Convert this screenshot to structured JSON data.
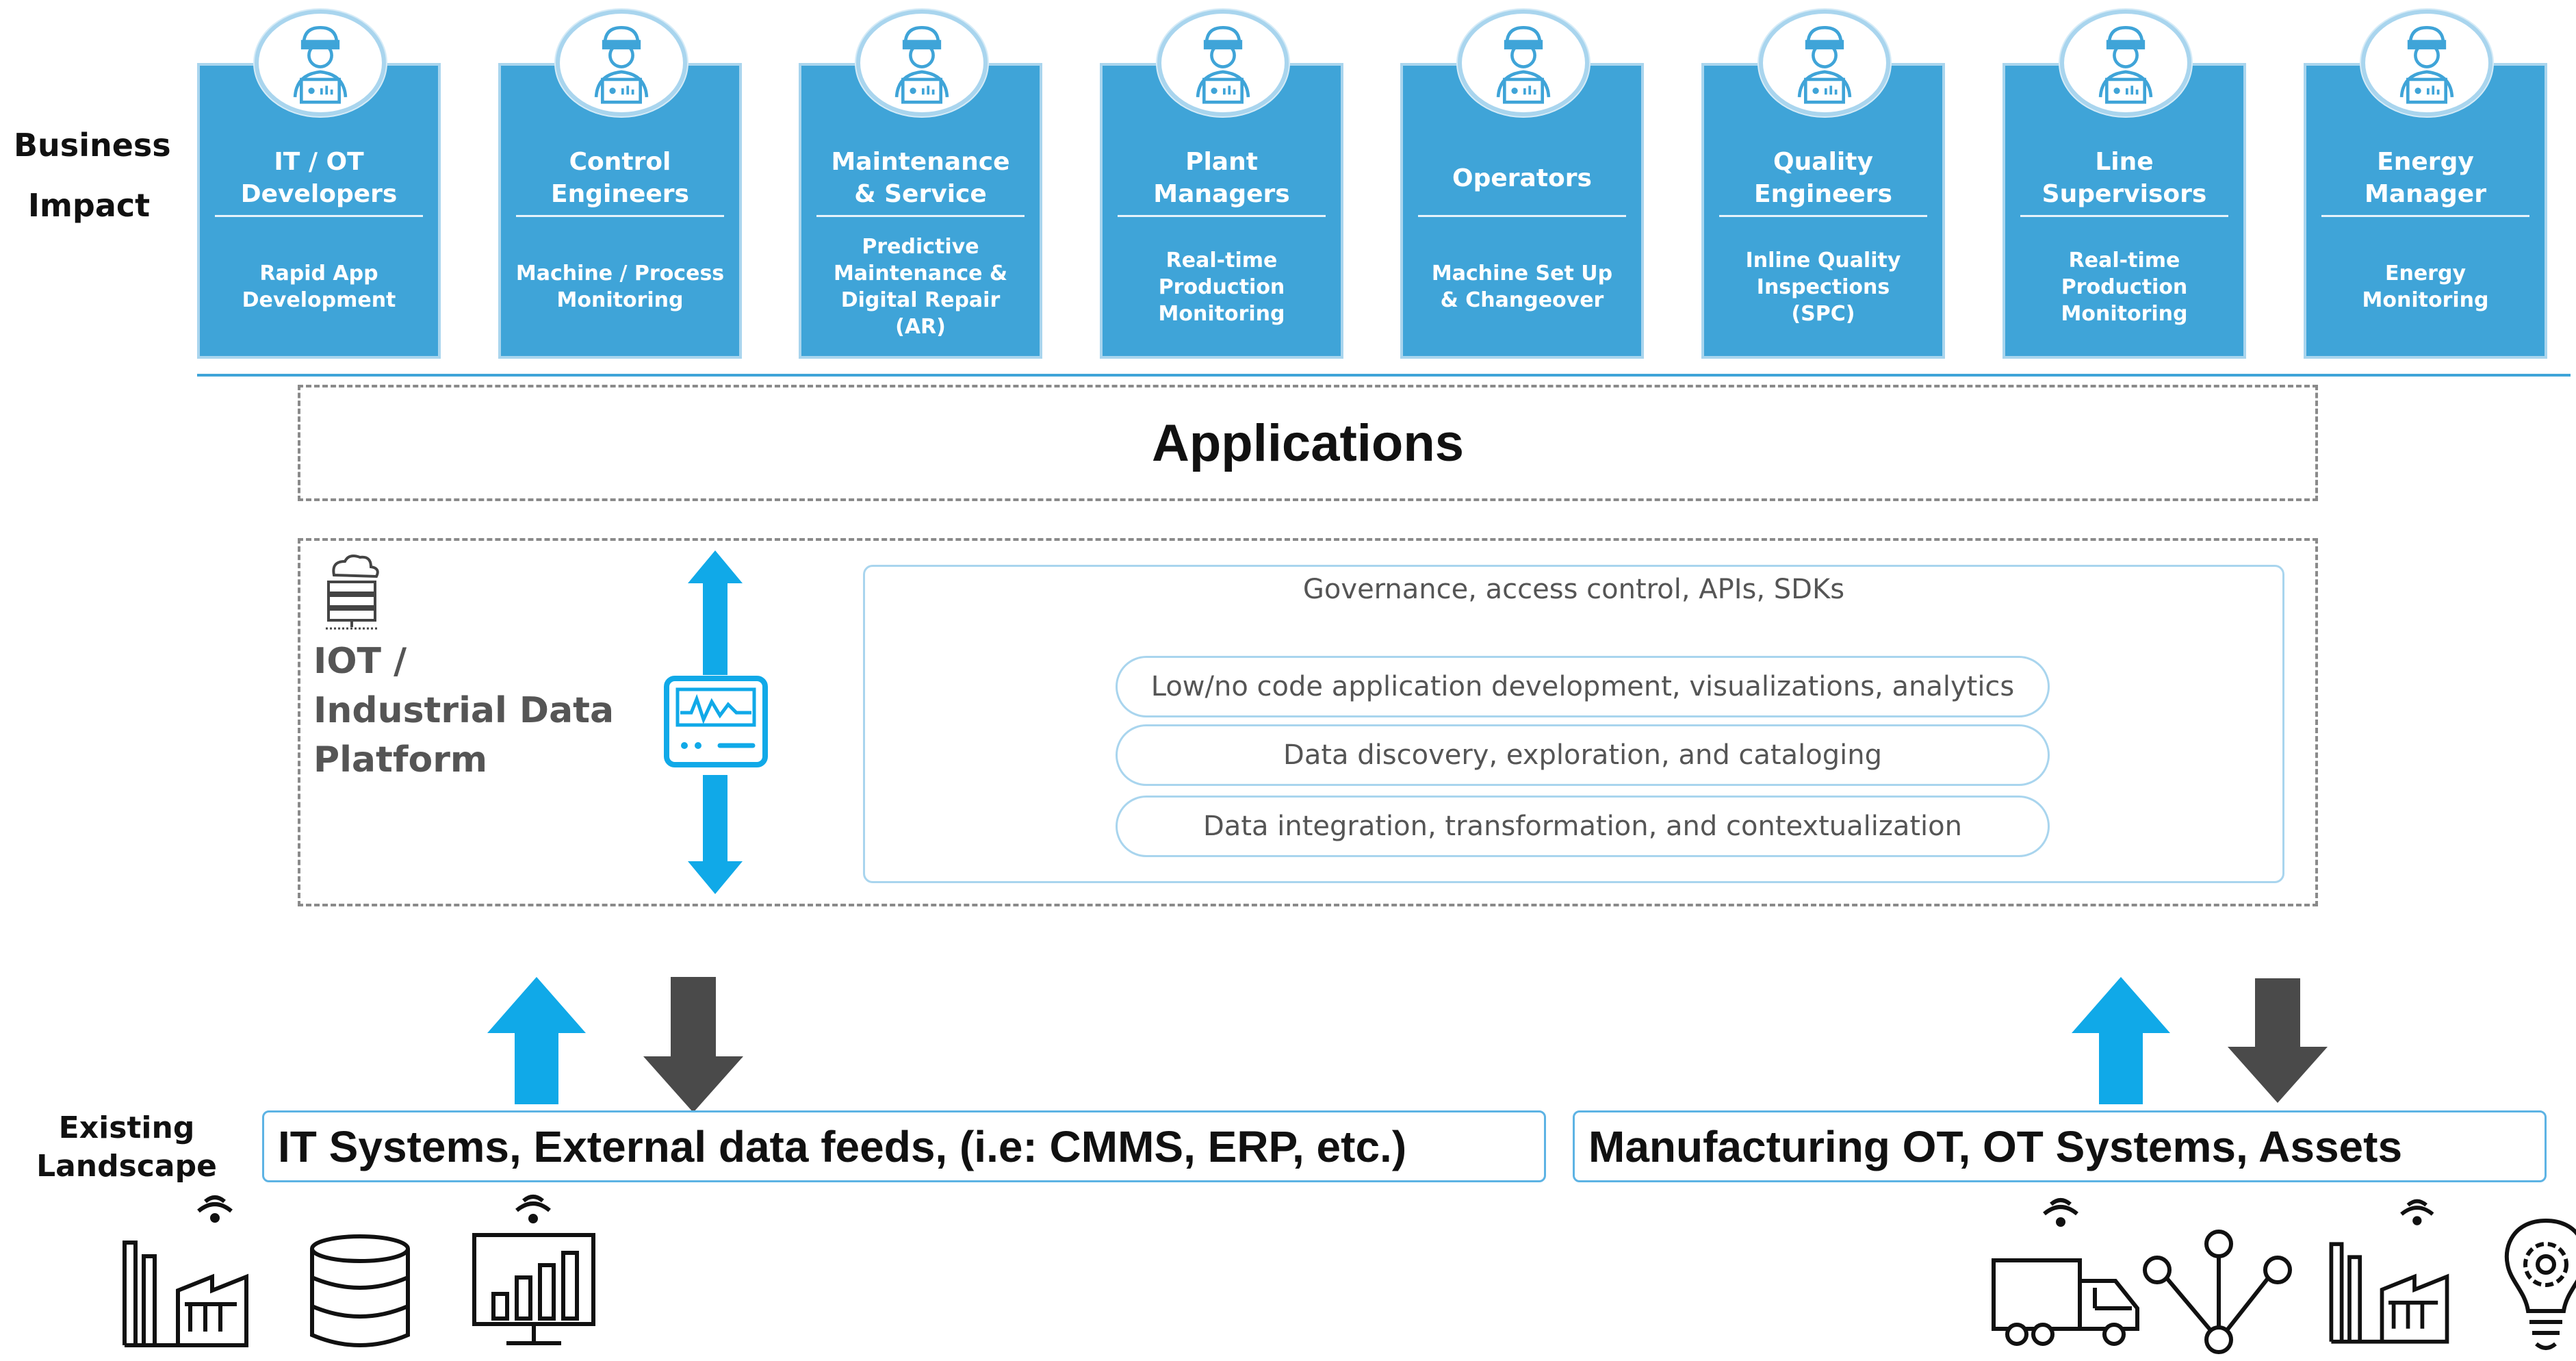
{
  "side_labels": {
    "business": [
      "Business",
      "Impact"
    ],
    "existing": [
      "Existing",
      "Landscape"
    ]
  },
  "personas": [
    {
      "title": "IT / OT\nDevelopers",
      "desc": "Rapid App\nDevelopment"
    },
    {
      "title": "Control\nEngineers",
      "desc": "Machine /     Process\nMonitoring"
    },
    {
      "title": "Maintenance\n& Service",
      "desc": "Predictive\nMaintenance &\nDigital Repair\n(AR)"
    },
    {
      "title": "Plant\nManagers",
      "desc": "Real-time Production\nMonitoring"
    },
    {
      "title": "Operators",
      "desc": "Machine Set Up\n& Changeover"
    },
    {
      "title": "Quality\nEngineers",
      "desc": "Inline Quality\nInspections\n(SPC)"
    },
    {
      "title": "Line\nSupervisors",
      "desc": "Real-time\nProduction\nMonitoring"
    },
    {
      "title": "Energy\nManager",
      "desc": "Energy\nMonitoring"
    }
  ],
  "applications": {
    "title": "Applications"
  },
  "platform": {
    "title": "IOT /\nIndustrial Data\nPlatform",
    "governance": "Governance, access control, APIs, SDKs",
    "layers": [
      "Low/no code application development, visualizations, analytics",
      "Data discovery, exploration, and cataloging",
      "Data integration, transformation, and contextualization"
    ]
  },
  "systems": {
    "it": "IT Systems, External data feeds, (i.e: CMMS, ERP, etc.)",
    "ot": "Manufacturing OT, OT Systems, Assets"
  },
  "colors": {
    "card_blue": "#3fa4d8",
    "card_border": "#a9d5ee",
    "arrow_blue": "#10a9e8",
    "arrow_dark": "#4a4a4a",
    "text_gray": "#555555"
  },
  "icons": {
    "persona": "engineer-avatar-icon",
    "platform": "cloud-server-icon",
    "device": "sensor-device-icon",
    "landscape_left": [
      "factory-icon",
      "database-icon",
      "monitor-chart-icon"
    ],
    "landscape_right": [
      "truck-icon",
      "network-nodes-icon",
      "factory-icon",
      "lightbulb-gear-icon"
    ]
  }
}
